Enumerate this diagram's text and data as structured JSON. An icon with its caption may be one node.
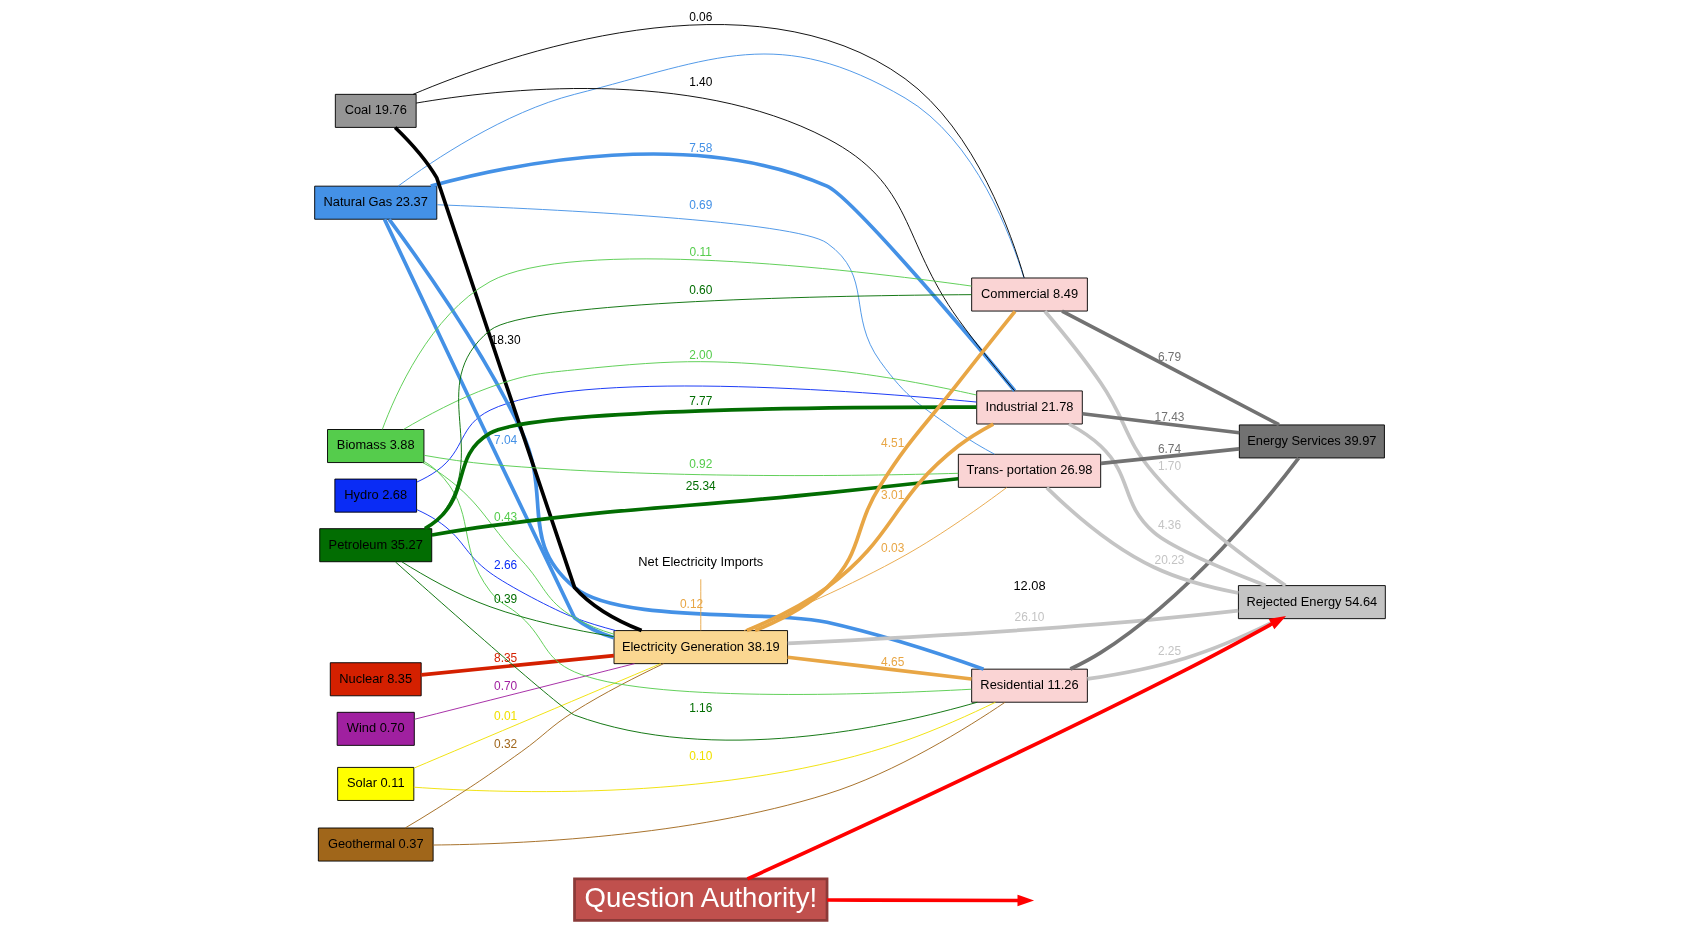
{
  "diagram": {
    "nodes": [
      {
        "text": [
          "Solar 0.11"
        ]
      },
      {
        "text": [
          "Nuclear 8.35"
        ]
      },
      {
        "text": [
          "Hydro 2.68"
        ]
      },
      {
        "text": [
          "Wind 0.70"
        ]
      },
      {
        "text": [
          "Geothermal 0.37"
        ]
      },
      {
        "text": [
          "Natural Gas 23.37"
        ]
      },
      {
        "text": [
          "Coal 19.76"
        ]
      },
      {
        "text": [
          "Biomass 3.88"
        ]
      },
      {
        "text": [
          "Petroleum 35.27"
        ]
      },
      {
        "text": [
          "Net Electricity Imports"
        ]
      },
      {
        "text": [
          "Electricity Generation 38.19"
        ]
      },
      {
        "text": [
          "Residential 11.26"
        ]
      },
      {
        "text": [
          "Commercial 8.49"
        ]
      },
      {
        "text": [
          "Industrial 21.78"
        ]
      },
      {
        "text": [
          "Trans- portation 26.98"
        ]
      },
      {
        "text": [
          "Rejected Energy 54.64"
        ]
      },
      {
        "text": [
          "Energy Services 39.97"
        ]
      },
      {
        "text": [
          "Question Authority!"
        ]
      }
    ],
    "edges": [
      {
        "from": 0,
        "to": 10,
        "arrow": "none",
        "label": "0.01",
        "color": "#f0e000"
      },
      {
        "from": 0,
        "to": 11,
        "arrow": "none",
        "label": "0.10",
        "color": "#f0e000"
      },
      {
        "from": 1,
        "to": 10,
        "arrow": "none",
        "label": "8.35",
        "color": "#d42000",
        "style": "thick"
      },
      {
        "from": 2,
        "to": 10,
        "arrow": "none",
        "label": "2.66",
        "color": "#0a2cf5"
      },
      {
        "from": 2,
        "to": 13,
        "arrow": "none",
        "color": "#0a2cf5"
      },
      {
        "from": 3,
        "to": 10,
        "arrow": "none",
        "label": "0.70",
        "color": "#a020a0"
      },
      {
        "from": 4,
        "to": 10,
        "arrow": "none",
        "label": "0.32",
        "color": "#a0661a"
      },
      {
        "from": 4,
        "to": 11,
        "arrow": "none",
        "color": "#a0661a"
      },
      {
        "from": 5,
        "to": 10,
        "arrow": "none",
        "label": "7.04",
        "color": "#4491e6",
        "style": "thick"
      },
      {
        "from": 5,
        "to": 11,
        "arrow": "none",
        "color": "#4491e6",
        "style": "thick"
      },
      {
        "from": 5,
        "to": 12,
        "arrow": "none",
        "color": "#4491e6"
      },
      {
        "from": 5,
        "to": 13,
        "arrow": "none",
        "label": "7.58",
        "color": "#4491e6",
        "style": "thick"
      },
      {
        "from": 5,
        "to": 14,
        "arrow": "none",
        "label": "0.69",
        "color": "#4491e6"
      },
      {
        "from": 6,
        "to": 10,
        "arrow": "none",
        "label": "18.30",
        "color": "#000000",
        "style": "thick"
      },
      {
        "from": 6,
        "to": 12,
        "arrow": "none",
        "label": "0.06",
        "color": "#000000"
      },
      {
        "from": 6,
        "to": 13,
        "arrow": "none",
        "label": "1.40",
        "color": "#000000"
      },
      {
        "from": 7,
        "to": 10,
        "arrow": "none",
        "label": "0.43",
        "color": "#55cc4c"
      },
      {
        "from": 7,
        "to": 11,
        "arrow": "none",
        "color": "#55cc4c"
      },
      {
        "from": 7,
        "to": 12,
        "arrow": "none",
        "label": "0.11",
        "color": "#55cc4c"
      },
      {
        "from": 7,
        "to": 13,
        "arrow": "none",
        "label": "2.00",
        "color": "#55cc4c"
      },
      {
        "from": 7,
        "to": 14,
        "arrow": "none",
        "label": "0.92",
        "color": "#55cc4c"
      },
      {
        "from": 8,
        "to": 10,
        "arrow": "none",
        "label": "0.39",
        "color": "#026d02"
      },
      {
        "from": 8,
        "to": 11,
        "arrow": "none",
        "label": "1.16",
        "color": "#026d02"
      },
      {
        "from": 8,
        "to": 12,
        "arrow": "none",
        "label": "0.60",
        "color": "#026d02"
      },
      {
        "from": 8,
        "to": 13,
        "arrow": "none",
        "label": "7.77",
        "color": "#026d02",
        "style": "thick"
      },
      {
        "from": 8,
        "to": 14,
        "arrow": "none",
        "label": "25.34",
        "color": "#026d02",
        "style": "thick"
      },
      {
        "from": 9,
        "to": 10,
        "arrow": "none",
        "label": "0.12",
        "color": "#e8a645"
      },
      {
        "from": 10,
        "to": 11,
        "arrow": "none",
        "label": "4.65",
        "color": "#e8a645",
        "style": "thick"
      },
      {
        "from": 10,
        "to": 12,
        "arrow": "none",
        "label": "4.51",
        "color": "#e8a645",
        "style": "thick"
      },
      {
        "from": 10,
        "to": 13,
        "arrow": "none",
        "label": "3.01",
        "color": "#e8a645",
        "style": "thick"
      },
      {
        "from": 10,
        "to": 14,
        "arrow": "none",
        "label": "0.03",
        "color": "#e8a645"
      },
      {
        "from": 10,
        "to": 15,
        "arrow": "none",
        "label": "26.10",
        "color": "#c4c4c4",
        "style": "thick"
      },
      {
        "from": 11,
        "to": 15,
        "arrow": "none",
        "label": "2.25",
        "color": "#c4c4c4",
        "style": "thick"
      },
      {
        "from": 11,
        "to": 16,
        "arrow": "none",
        "color": "#727272",
        "style": "thick"
      },
      {
        "from": 12,
        "to": 15,
        "arrow": "none",
        "label": "1.70",
        "color": "#c4c4c4",
        "style": "thick"
      },
      {
        "from": 12,
        "to": 16,
        "arrow": "none",
        "label": "6.79",
        "color": "#727272",
        "style": "thick"
      },
      {
        "from": 13,
        "to": 15,
        "arrow": "none",
        "label": "4.36",
        "color": "#c4c4c4",
        "style": "thick"
      },
      {
        "from": 13,
        "to": 16,
        "arrow": "none",
        "label": "17.43",
        "color": "#727272",
        "style": "thick"
      },
      {
        "from": 14,
        "to": 15,
        "arrow": "none",
        "label": "20.23",
        "color": "#c4c4c4",
        "style": "thick"
      },
      {
        "from": 14,
        "to": 16,
        "arrow": "none",
        "label": "6.74",
        "color": "#727272",
        "style": "thick"
      },
      {
        "from": 17,
        "to": 15,
        "arrow": "to",
        "color": "#ff0000",
        "style": "thick"
      },
      {
        "from": 17,
        "to": null,
        "arrow": "to",
        "color": "#ff0000",
        "style": "thick"
      }
    ],
    "labels": [
      "12.08"
    ]
  }
}
